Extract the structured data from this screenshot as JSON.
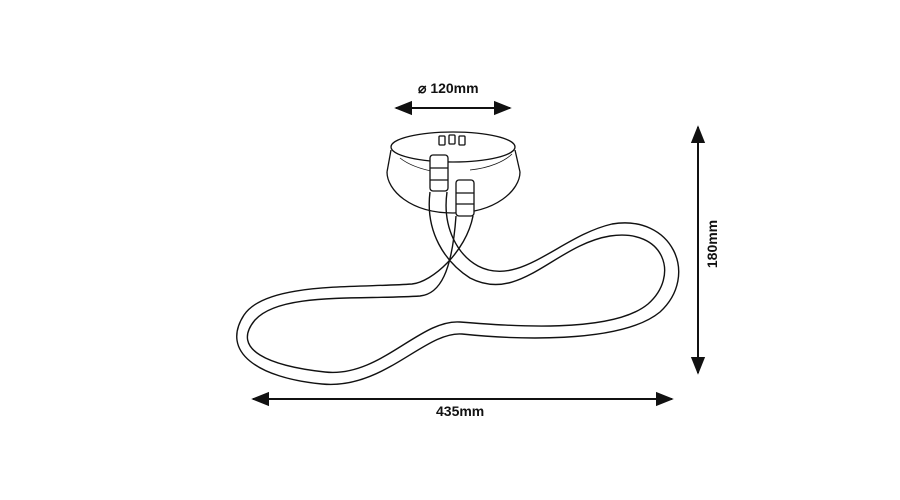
{
  "dimensions": {
    "diameter": "⌀ 120mm",
    "height": "180mm",
    "width": "435mm"
  },
  "colors": {
    "line": "#111111",
    "background": "#ffffff"
  }
}
